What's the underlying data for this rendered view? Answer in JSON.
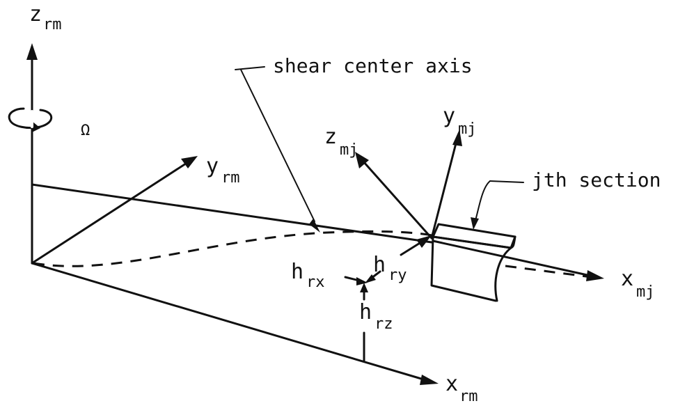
{
  "labels": {
    "z_rm": {
      "main": "z",
      "sub": "rm"
    },
    "y_rm": {
      "main": "y",
      "sub": "rm"
    },
    "x_rm": {
      "main": "x",
      "sub": "rm"
    },
    "omega": "Ω",
    "shear_center_axis": "shear center axis",
    "z_mj": {
      "main": "z",
      "sub": "mj"
    },
    "y_mj": {
      "main": "y",
      "sub": "mj"
    },
    "x_mj": {
      "main": "x",
      "sub": "mj"
    },
    "jth_section": "jth section",
    "h_rx": {
      "main": "h",
      "sub": "rx"
    },
    "h_ry": {
      "main": "h",
      "sub": "ry"
    },
    "h_rz": {
      "main": "h",
      "sub": "rz"
    }
  }
}
